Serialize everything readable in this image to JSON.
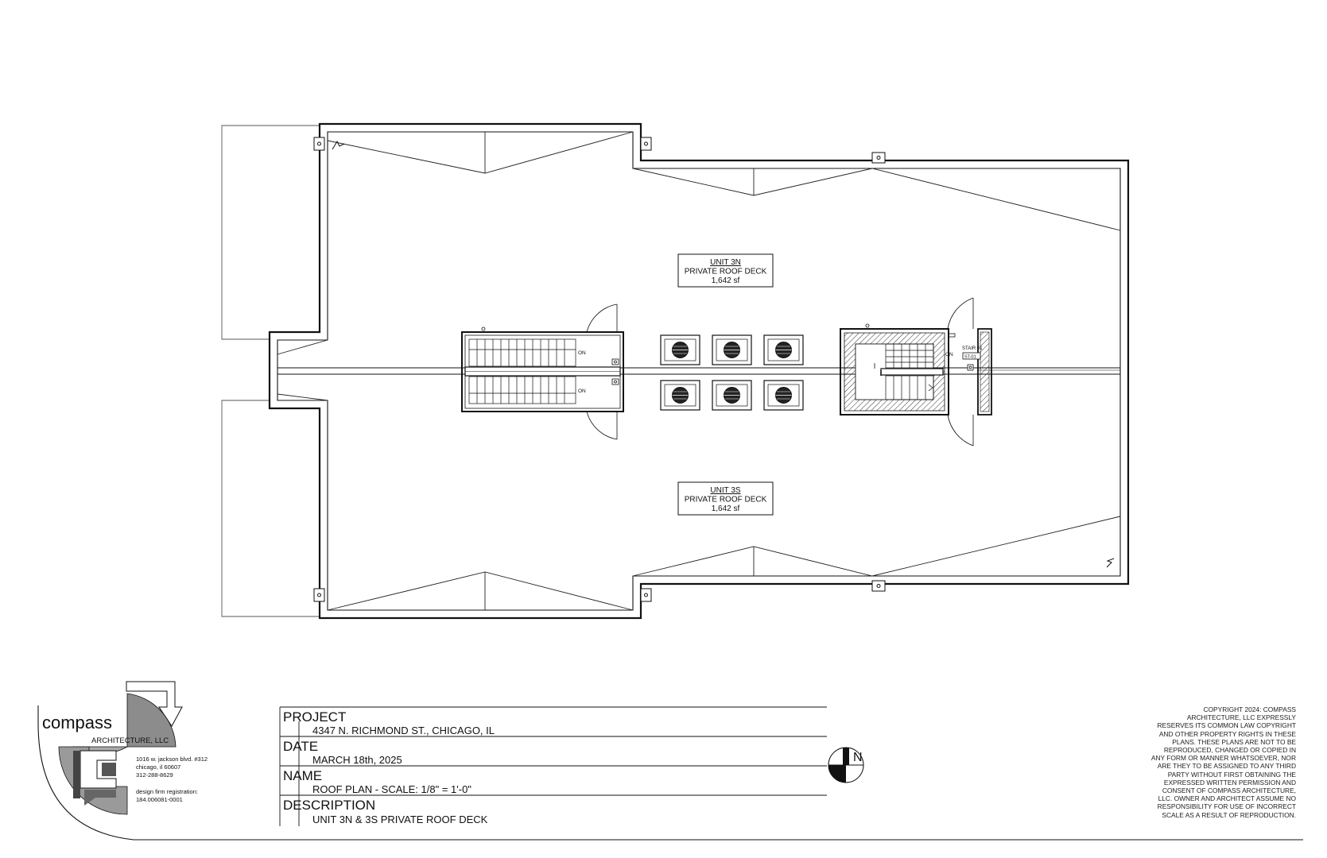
{
  "firm": {
    "name": "compass",
    "subtitle": "ARCHITECTURE, LLC",
    "address_line1": "1016 w. jackson blvd.  #312",
    "address_line2": "chicago, il  60607",
    "phone": "312-288-8629",
    "registration_label": "design firm registration:",
    "registration_number": "184.006081-0001"
  },
  "title_block": {
    "project_label": "PROJECT",
    "project_value": "4347 N. RICHMOND ST.,  CHICAGO, IL",
    "date_label": "DATE",
    "date_value": "MARCH 18th, 2025",
    "name_label": "NAME",
    "name_value": "ROOF PLAN - SCALE: 1/8\" = 1'-0\"",
    "description_label": "DESCRIPTION",
    "description_value": "UNIT 3N & 3S PRIVATE ROOF DECK"
  },
  "north_arrow": {
    "label": "N"
  },
  "rooms": [
    {
      "unit": "UNIT 3N",
      "use": "PRIVATE ROOF DECK",
      "area": "1,642 sf"
    },
    {
      "unit": "UNIT 3S",
      "use": "PRIVATE ROOF DECK",
      "area": "1,642 sf"
    }
  ],
  "stair": {
    "tag_line1": "STAIR #1",
    "tag_line2": "ST-01"
  },
  "stair_annotations": {
    "on_label": "ON"
  },
  "copyright_lines": [
    "COPYRIGHT 2024: COMPASS",
    "ARCHITECTURE, LLC EXPRESSLY",
    "RESERVES ITS COMMON LAW COPYRIGHT",
    "AND OTHER PROPERTY RIGHTS IN THESE",
    "PLANS.  THESE PLANS ARE NOT TO BE",
    "REPRODUCED, CHANGED OR COPIED IN",
    "ANY FORM OR MANNER WHATSOEVER, NOR",
    "ARE THEY TO BE ASSIGNED TO ANY THIRD",
    "PARTY WITHOUT FIRST OBTAINING THE",
    "EXPRESSED WRITTEN PERMISSION AND",
    "CONSENT OF COMPASS ARCHITECTURE,",
    "LLC.  OWNER AND ARCHITECT ASSUME NO",
    "RESPONSIBILITY FOR USE OF INCORRECT",
    "SCALE AS A RESULT OF REPRODUCTION."
  ]
}
